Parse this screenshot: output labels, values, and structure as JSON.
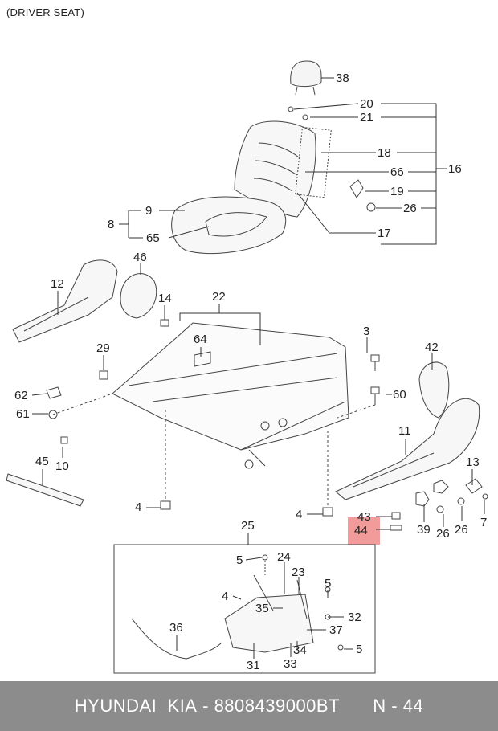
{
  "title": "(DRIVER SEAT)",
  "highlight_part": "44",
  "callouts": {
    "n38": "38",
    "n20": "20",
    "n21": "21",
    "n18": "18",
    "n66": "66",
    "n16": "16",
    "n19": "19",
    "n26a": "26",
    "n9": "9",
    "n8": "8",
    "n65": "65",
    "n17": "17",
    "n12": "12",
    "n46": "46",
    "n14": "14",
    "n22": "22",
    "n3": "3",
    "n42": "42",
    "n29": "29",
    "n64": "64",
    "n62": "62",
    "n61": "61",
    "n60": "60",
    "n10": "10",
    "n45": "45",
    "n11": "11",
    "n13": "13",
    "n4a": "4",
    "n4b": "4",
    "n43": "43",
    "n44": "44",
    "n39": "39",
    "n26b": "26",
    "n26c": "26",
    "n7": "7",
    "n25": "25",
    "n5a": "5",
    "n24": "24",
    "n23": "23",
    "n5b": "5",
    "n4c": "4",
    "n35": "35",
    "n32": "32",
    "n36": "36",
    "n37": "37",
    "n34": "34",
    "n5c": "5",
    "n31": "31",
    "n33": "33"
  },
  "footer": {
    "brand": "HYUNDAI  KIA",
    "separator": "-",
    "part_number": "8808439000BT",
    "reference": "N - 44"
  },
  "colors": {
    "highlight": "#f08a8a",
    "footer_bg": "#8c8c8c",
    "footer_text": "#ffffff",
    "line": "#444444"
  }
}
